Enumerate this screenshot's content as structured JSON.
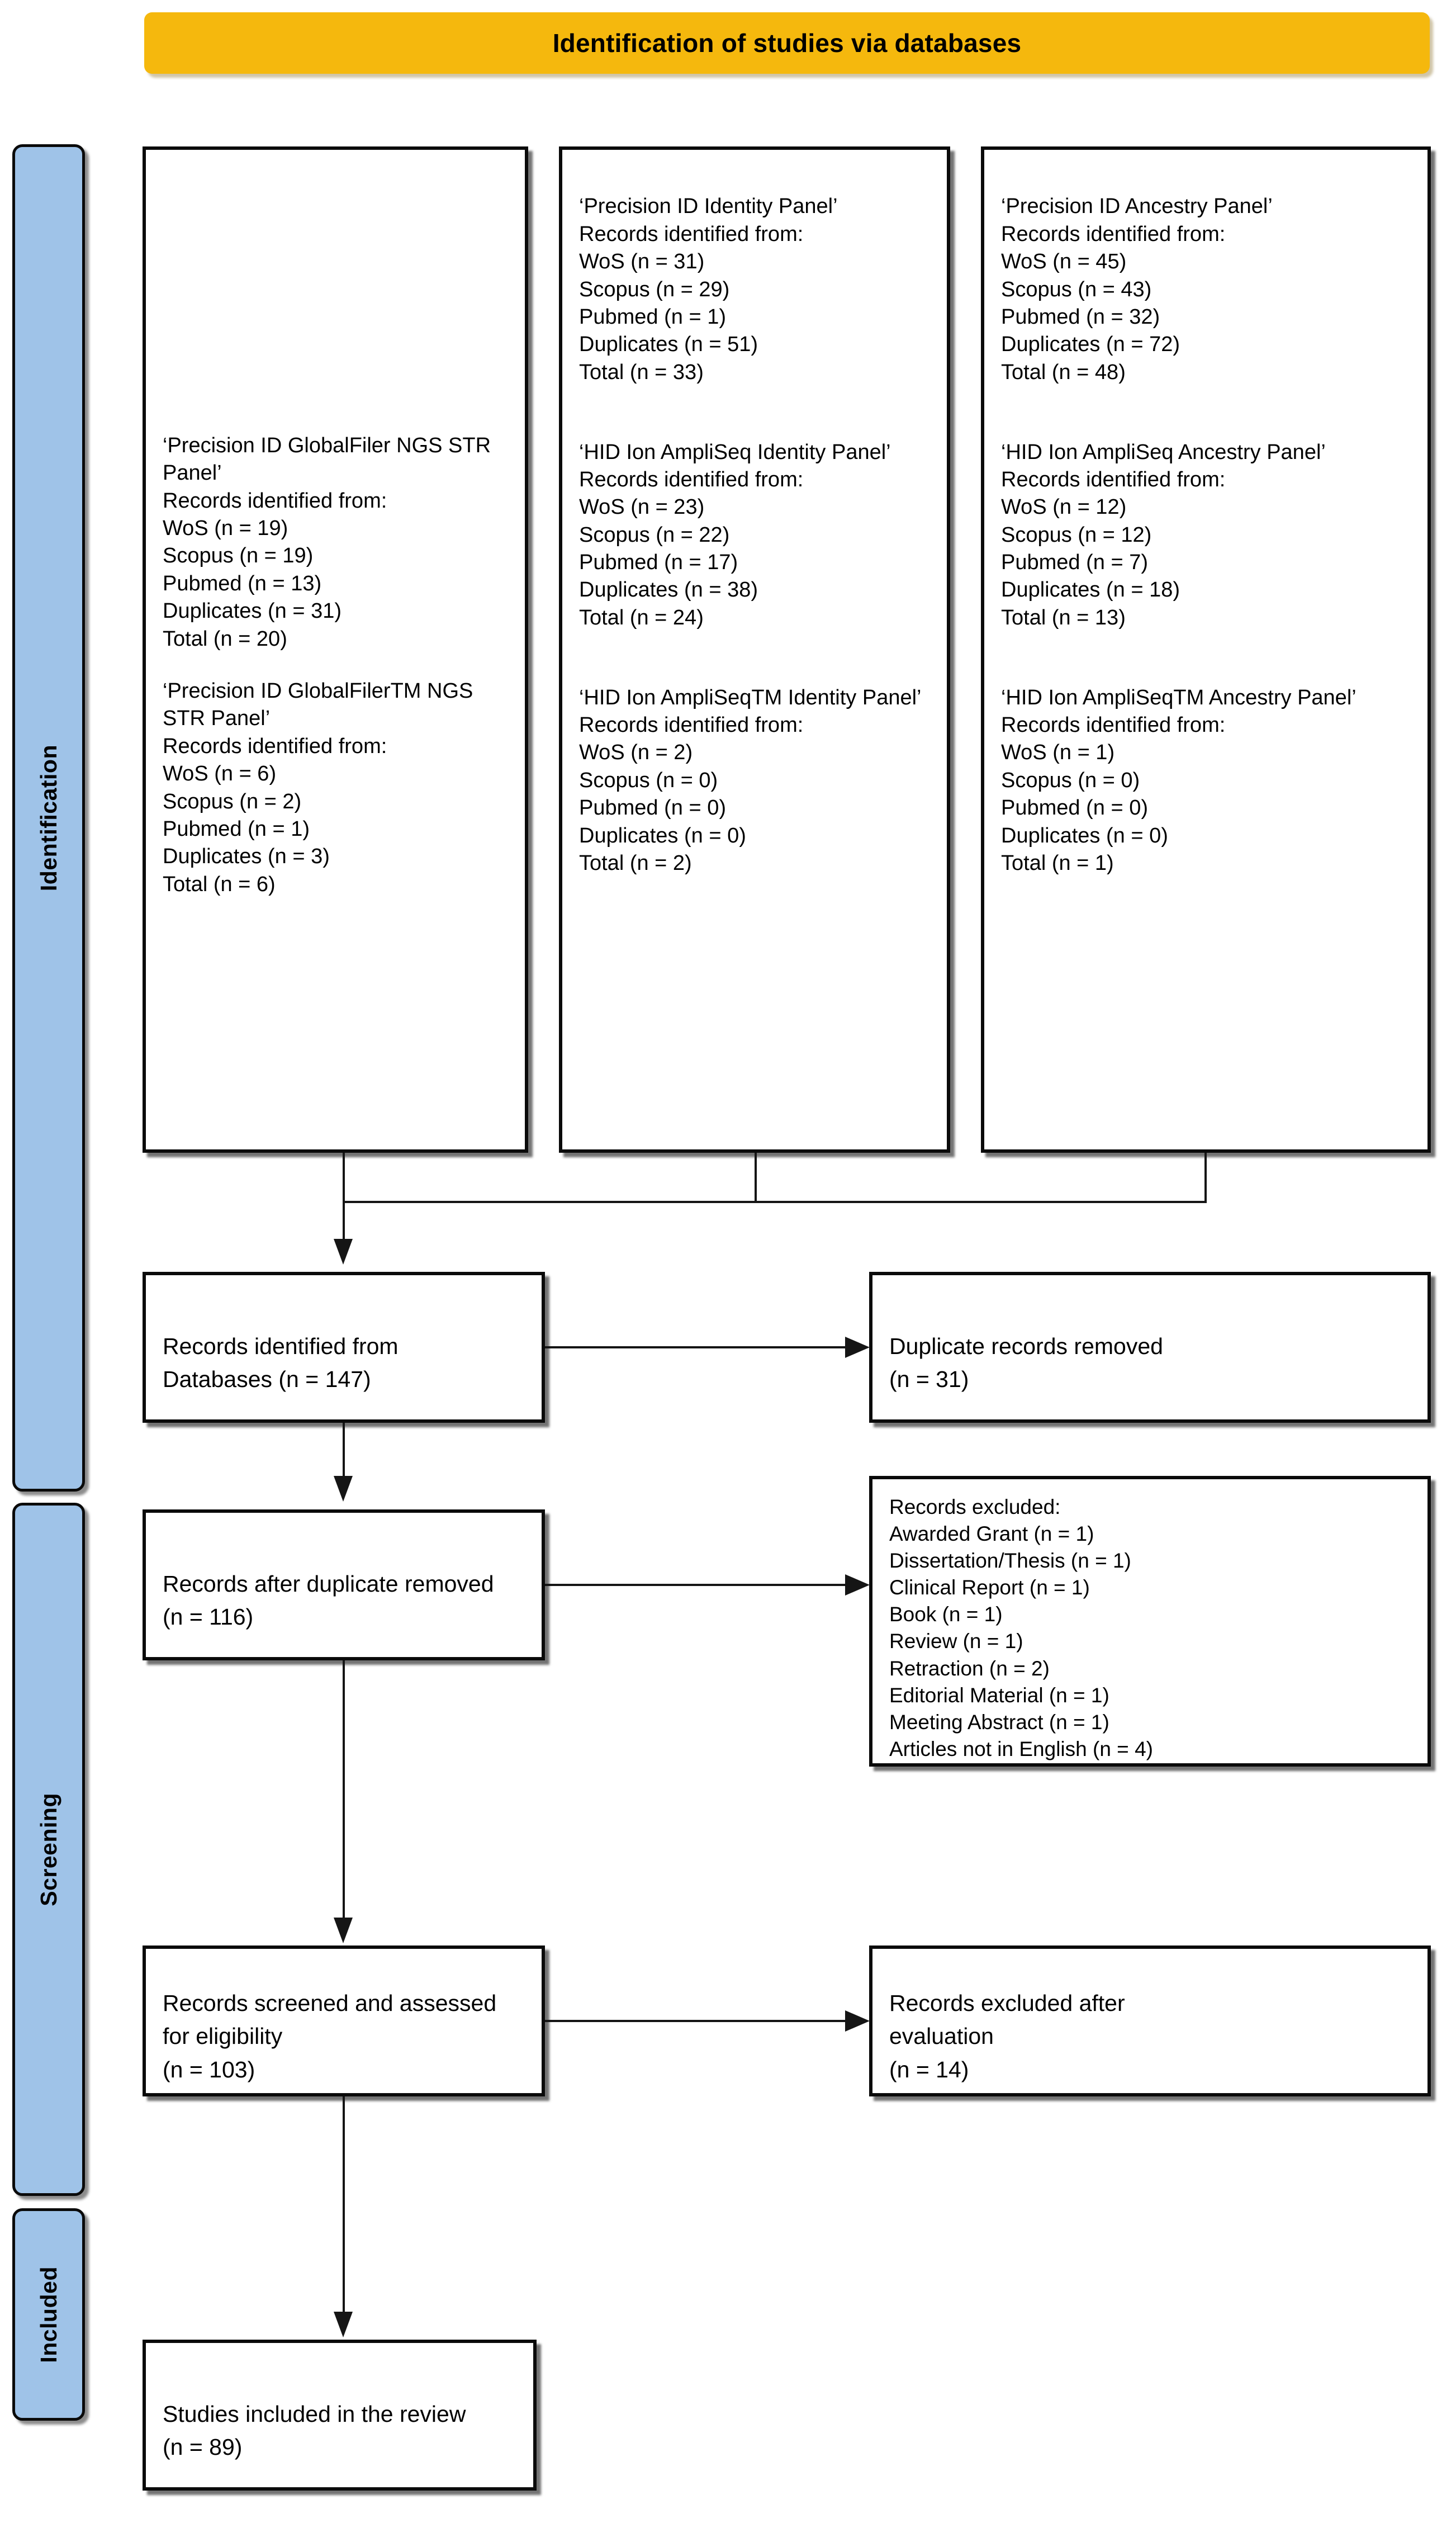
{
  "banner": {
    "title": "Identification of studies via databases"
  },
  "stages": [
    {
      "id": "identification",
      "label": "Identification"
    },
    {
      "id": "screening",
      "label": "Screening"
    },
    {
      "id": "included",
      "label": "Included"
    }
  ],
  "identification_sources": {
    "column_1": {
      "groups": [
        {
          "panel": "‘Precision ID GlobalFiler NGS STR Panel’",
          "lead": "Records identified from:",
          "counts": [
            "WoS (n = 19)",
            "Scopus (n = 19)",
            "Pubmed (n = 13)",
            "Duplicates (n = 31)",
            "Total (n = 20)"
          ],
          "text": "‘Precision ID GlobalFiler NGS STR Panel’\nRecords identified from:\nWoS (n = 19)\nScopus (n = 19)\nPubmed (n = 13)\nDuplicates (n = 31)\nTotal (n = 20)"
        },
        {
          "panel": "‘Precision ID GlobalFilerTM NGS STR Panel’",
          "lead": "Records identified from:",
          "counts": [
            "WoS (n = 6)",
            "Scopus (n = 2)",
            "Pubmed (n = 1)",
            "Duplicates (n = 3)",
            "Total (n = 6)"
          ],
          "text": "‘Precision ID GlobalFilerTM NGS STR Panel’\nRecords identified from:\nWoS (n = 6)\nScopus (n = 2)\nPubmed (n = 1)\nDuplicates (n = 3)\nTotal (n = 6)"
        }
      ]
    },
    "column_2": {
      "groups": [
        {
          "panel": "‘Precision ID Identity Panel’",
          "lead": "Records identified from:",
          "counts": [
            "WoS (n = 31)",
            "Scopus (n = 29)",
            "Pubmed (n = 1)",
            "Duplicates (n = 51)",
            "Total (n = 33)"
          ],
          "text": "‘Precision ID Identity Panel’\nRecords identified from:\nWoS (n = 31)\nScopus (n = 29)\nPubmed (n = 1)\nDuplicates (n = 51)\nTotal (n = 33)"
        },
        {
          "panel": "‘HID Ion AmpliSeq Identity Panel’",
          "lead": "Records identified from:",
          "counts": [
            "WoS (n = 23)",
            "Scopus (n = 22)",
            "Pubmed (n = 17)",
            "Duplicates (n = 38)",
            "Total (n = 24)"
          ],
          "text": "‘HID Ion AmpliSeq Identity Panel’\nRecords identified from:\nWoS (n = 23)\nScopus (n = 22)\nPubmed (n = 17)\nDuplicates (n = 38)\nTotal (n = 24)"
        },
        {
          "panel": "‘HID Ion AmpliSeqTM Identity Panel’",
          "lead": "Records identified from:",
          "counts": [
            "WoS (n = 2)",
            "Scopus (n = 0)",
            "Pubmed (n = 0)",
            "Duplicates (n = 0)",
            "Total (n = 2)"
          ],
          "text": "‘HID Ion AmpliSeqTM Identity Panel’\nRecords identified from:\nWoS (n = 2)\nScopus (n = 0)\nPubmed (n = 0)\nDuplicates (n = 0)\nTotal (n = 2)"
        }
      ]
    },
    "column_3": {
      "groups": [
        {
          "panel": "‘Precision ID Ancestry Panel’",
          "lead": "Records identified from:",
          "counts": [
            "WoS (n = 45)",
            "Scopus (n = 43)",
            "Pubmed (n = 32)",
            "Duplicates (n = 72)",
            "Total (n = 48)"
          ],
          "text": "‘Precision ID Ancestry Panel’\nRecords identified from:\nWoS (n = 45)\nScopus (n = 43)\nPubmed (n = 32)\nDuplicates (n = 72)\nTotal (n = 48)"
        },
        {
          "panel": "‘HID Ion AmpliSeq Ancestry Panel’",
          "lead": "Records identified from:",
          "counts": [
            "WoS (n = 12)",
            "Scopus (n = 12)",
            "Pubmed (n = 7)",
            "Duplicates (n = 18)",
            "Total (n = 13)"
          ],
          "text": "‘HID Ion AmpliSeq Ancestry Panel’\nRecords identified from:\nWoS (n = 12)\nScopus (n = 12)\nPubmed (n = 7)\nDuplicates (n = 18)\nTotal (n = 13)"
        },
        {
          "panel": "‘HID Ion AmpliSeqTM Ancestry Panel’",
          "lead": "Records identified from:",
          "counts": [
            "WoS (n = 1)",
            "Scopus (n = 0)",
            "Pubmed (n = 0)",
            "Duplicates (n = 0)",
            "Total (n = 1)"
          ],
          "text": "‘HID Ion AmpliSeqTM Ancestry Panel’\nRecords identified from:\nWoS (n = 1)\nScopus (n = 0)\nPubmed (n = 0)\nDuplicates (n = 0)\nTotal (n = 1)"
        }
      ]
    }
  },
  "flow": {
    "records_identified": {
      "text": "Records identified from\nDatabases (n = 147)",
      "n": 147
    },
    "duplicate_records_removed": {
      "text": "Duplicate records removed\n(n = 31)",
      "n": 31
    },
    "records_after_duplicate_removed": {
      "text": "Records after duplicate removed\n(n = 116)",
      "n": 116
    },
    "records_excluded": {
      "heading": "Records excluded:",
      "items": [
        "Awarded Grant (n = 1)",
        "Dissertation/Thesis (n = 1)",
        "Clinical Report (n = 1)",
        "Book (n = 1)",
        "Review (n = 1)",
        "Retraction (n = 2)",
        "Editorial Material (n = 1)",
        "Meeting Abstract (n = 1)",
        "Articles not in English (n = 4)"
      ],
      "text": "Records excluded:\nAwarded Grant (n = 1)\nDissertation/Thesis (n = 1)\nClinical Report (n = 1)\nBook (n = 1)\nReview (n = 1)\nRetraction (n = 2)\nEditorial Material (n = 1)\nMeeting Abstract (n = 1)\nArticles not in English (n = 4)"
    },
    "records_screened": {
      "text": "Records screened and assessed\nfor eligibility\n(n = 103)",
      "n": 103
    },
    "records_excluded_after_evaluation": {
      "text": "Records excluded after\nevaluation\n(n = 14)",
      "n": 14
    },
    "studies_included": {
      "text": "Studies included in the review\n(n = 89)",
      "n": 89
    }
  },
  "colors": {
    "banner": "#F5B80D",
    "stage_bar": "#9FC3E8",
    "border": "#0A0A0A",
    "text": "#000000"
  }
}
